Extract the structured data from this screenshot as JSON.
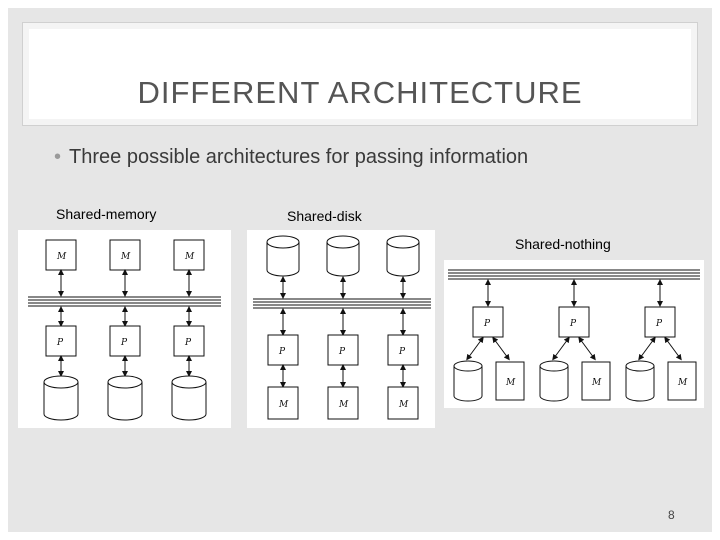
{
  "title": "DIFFERENT ARCHITECTURE",
  "bullet": "Three possible architectures for passing information",
  "diagrams": {
    "shared_memory": {
      "caption": "Shared-memory",
      "memory_label": "M",
      "processor_label": "P"
    },
    "shared_disk": {
      "caption": "Shared-disk",
      "processor_label": "P",
      "memory_label": "M"
    },
    "shared_nothing": {
      "caption": "Shared-nothing",
      "processor_label": "P",
      "memory_label": "M"
    }
  },
  "page_number": "8"
}
